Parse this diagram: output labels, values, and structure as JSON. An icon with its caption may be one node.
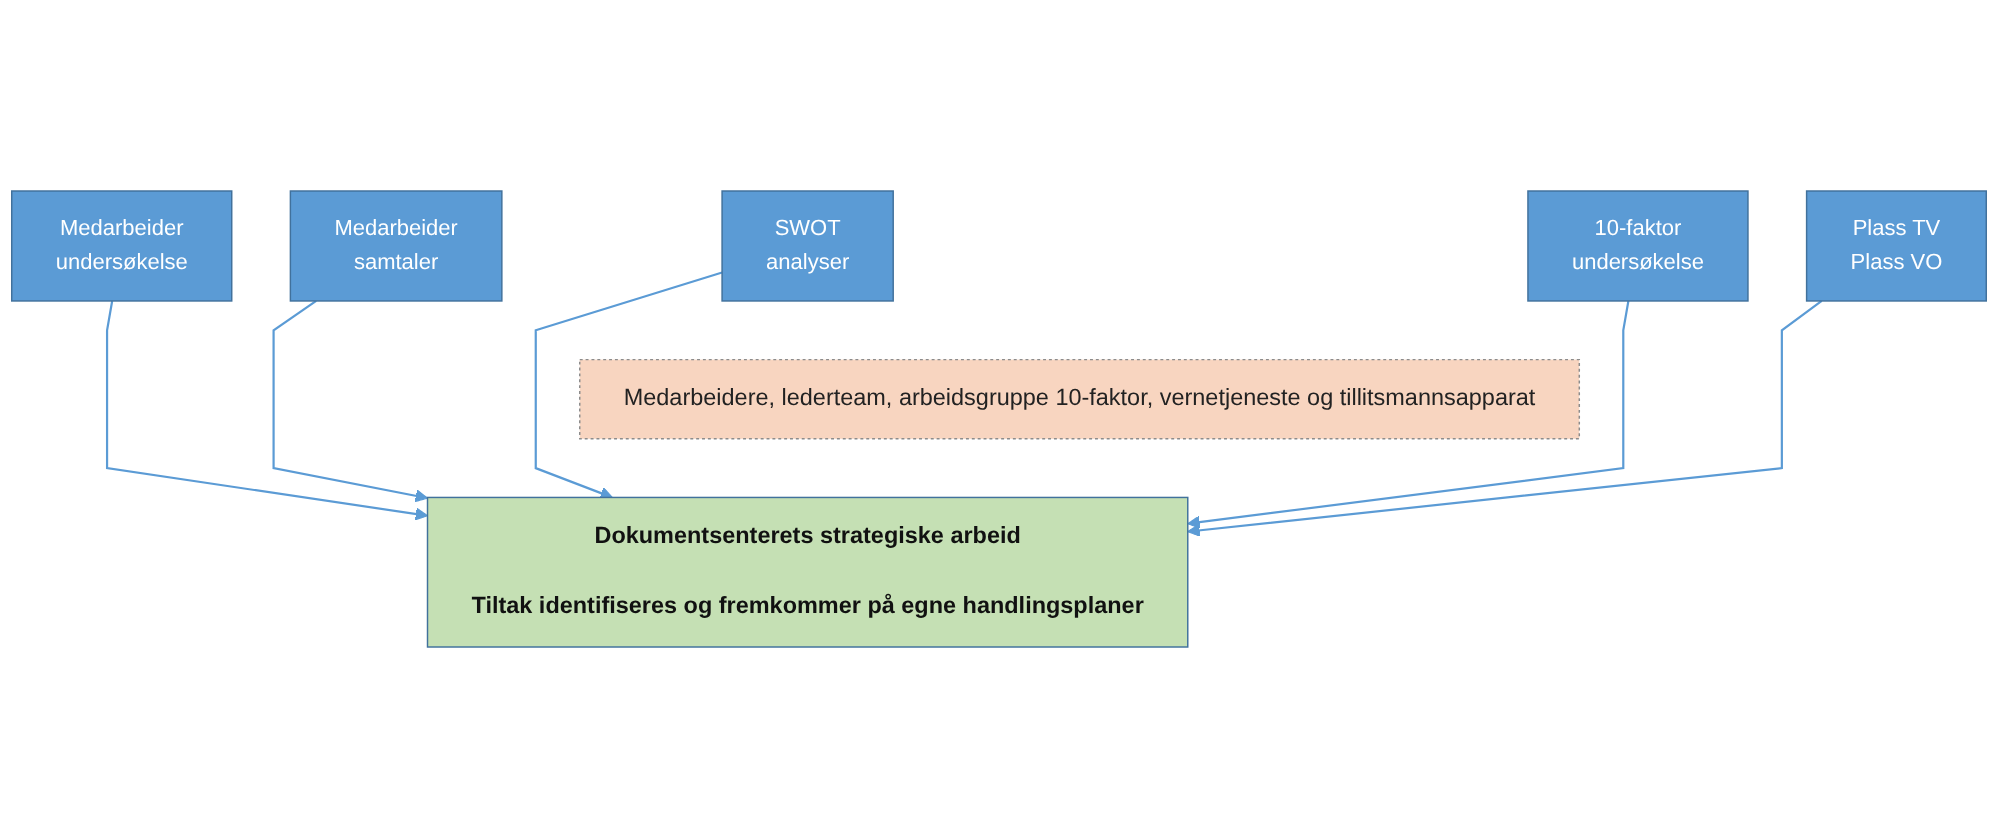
{
  "diagram": {
    "nodes": [
      {
        "text": [
          "Medarbeider undersøkelse"
        ]
      },
      {
        "text": [
          "Medarbeider samtaler"
        ]
      },
      {
        "text": [
          "SWOT analyser"
        ]
      },
      {
        "text": [
          "10-faktor undersøkelse"
        ]
      },
      {
        "text": [
          "Plass TV Plass VO"
        ]
      },
      {
        "text": [
          "Medarbeidere, lederteam, arbeidsgruppe 10-faktor, vernetjeneste og tillitsmannsapparat"
        ]
      },
      {
        "text": [
          "Dokumentsenterets strategiske arbeid",
          "Tiltak identifiseres og fremkommer på egne handlingsplaner"
        ]
      }
    ],
    "edges": [
      {
        "from": 0,
        "to": 6,
        "arrow": "to"
      },
      {
        "from": 1,
        "to": 6,
        "arrow": "to"
      },
      {
        "from": 2,
        "to": 6,
        "arrow": "to"
      },
      {
        "from": 3,
        "to": 6,
        "arrow": "to"
      },
      {
        "from": 4,
        "to": 6,
        "arrow": "to"
      }
    ]
  }
}
